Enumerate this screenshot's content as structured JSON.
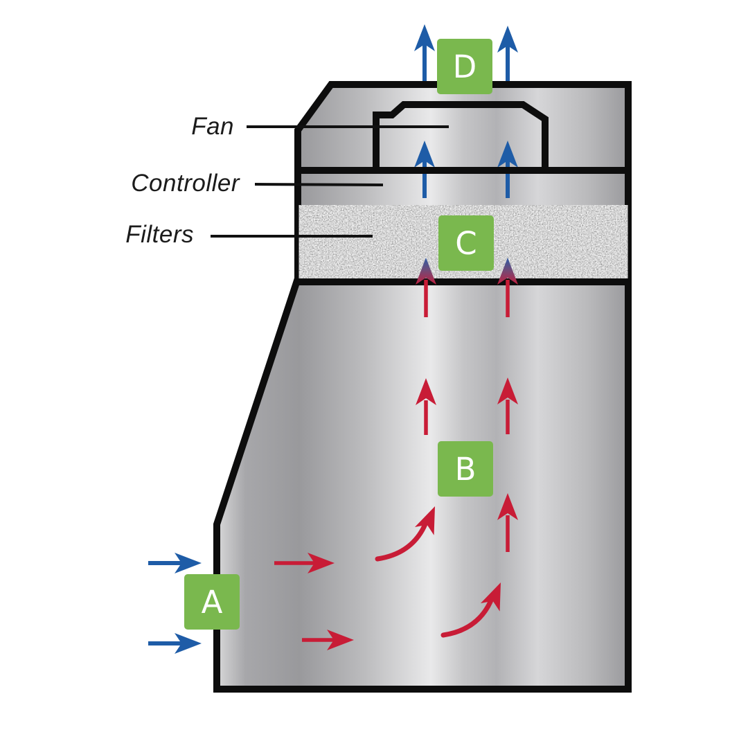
{
  "diagram": {
    "type": "ducted-fume-hood-airflow-diagram",
    "labels": {
      "fan": "Fan",
      "controller": "Controller",
      "filters": "Filters"
    },
    "markers": {
      "a": "A",
      "b": "B",
      "c": "C",
      "d": "D"
    },
    "icons": {
      "blue_arrows": "clean-air-arrow-icon",
      "red_arrows": "contaminated-air-arrow-icon",
      "curved_arrows": "recirculation-arrow-icon"
    },
    "colors": {
      "marker_green": "#7ab84e",
      "arrow_blue": "#1e5ca7",
      "arrow_red": "#c81c36",
      "outline_black": "#0d0d0d",
      "label_text": "#1b1b1b"
    }
  }
}
